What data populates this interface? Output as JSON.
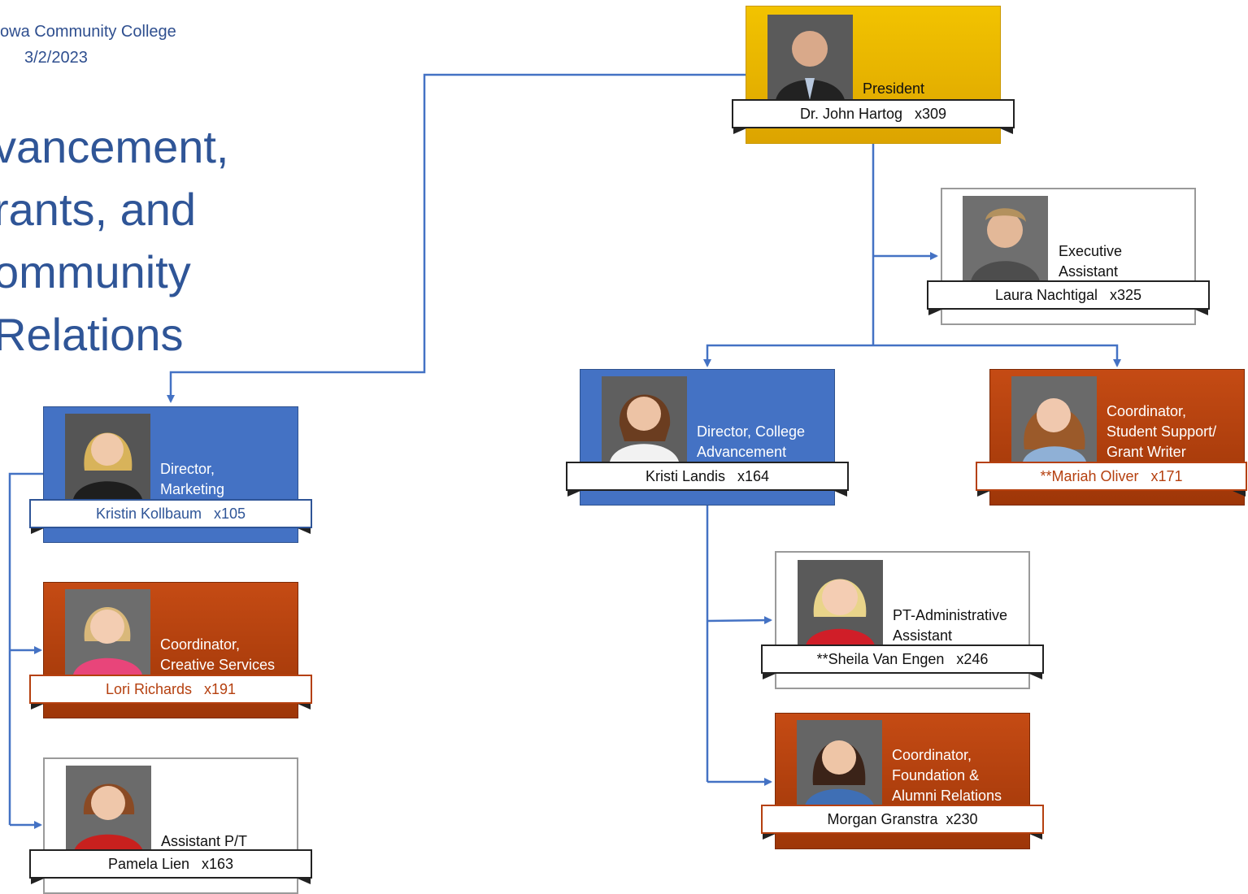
{
  "header": {
    "college": "owa Community College",
    "date": "3/2/2023"
  },
  "title_lines": [
    "vancement,",
    "rants, and",
    "ommunity",
    "Relations"
  ],
  "colors": {
    "connector": "#4472c4",
    "gold": "#e0a800",
    "blue": "#4472c4",
    "rust": "#b5400f"
  },
  "people": {
    "president": {
      "role": "President",
      "name": "Dr. John Hartog   x309"
    },
    "exec_assistant": {
      "role_1": "Executive",
      "role_2": "Assistant",
      "name": "Laura Nachtigal   x325"
    },
    "dir_advancement": {
      "role_1": "Director, College",
      "role_2": "Advancement",
      "name": "Kristi Landis   x164"
    },
    "coord_student_support": {
      "role_1": "Coordinator,",
      "role_2": "Student Support/",
      "role_3": "Grant Writer",
      "name": "**Mariah Oliver   x171"
    },
    "dir_marketing": {
      "role_1": "Director,",
      "role_2": "Marketing",
      "name": "Kristin Kollbaum   x105"
    },
    "coord_creative": {
      "role_1": "Coordinator,",
      "role_2": "Creative Services",
      "name": "Lori Richards   x191"
    },
    "assistant_pt": {
      "role": "Assistant P/T",
      "name": "Pamela Lien   x163"
    },
    "pt_admin_assistant": {
      "role_1": "PT-Administrative",
      "role_2": "Assistant",
      "name": "**Sheila Van Engen   x246"
    },
    "coord_foundation": {
      "role_1": "Coordinator,",
      "role_2": "Foundation &",
      "role_3": "Alumni Relations",
      "name": "Morgan Granstra  x230"
    }
  }
}
